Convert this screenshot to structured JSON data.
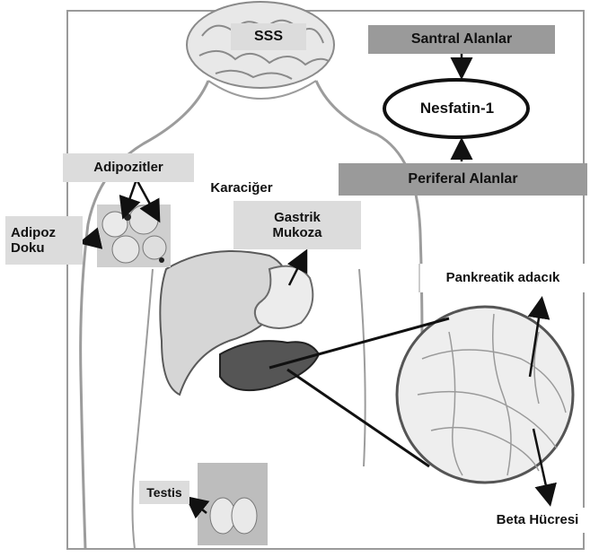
{
  "labels": {
    "cns": "SSS",
    "central": "Santral Alanlar",
    "nesfatin": "Nesfatin-1",
    "peripheral": "Periferal Alanlar",
    "adipocytes": "Adipozitler",
    "liver": "Karaciğer",
    "adipose_tissue": "Adipoz\nDoku",
    "gastric_mucosa": "Gastrik\nMukoza",
    "pancreatic_islet": "Pankreatik adacık",
    "testis": "Testis",
    "beta_cell": "Beta Hücresi"
  },
  "colors": {
    "label_bg": "#dcdcdc",
    "dark_label_bg": "#9a9a9a",
    "body_outline": "#9c9c9c",
    "organ_fill": "#d2d2d2",
    "pancreas_fill": "#555555"
  }
}
